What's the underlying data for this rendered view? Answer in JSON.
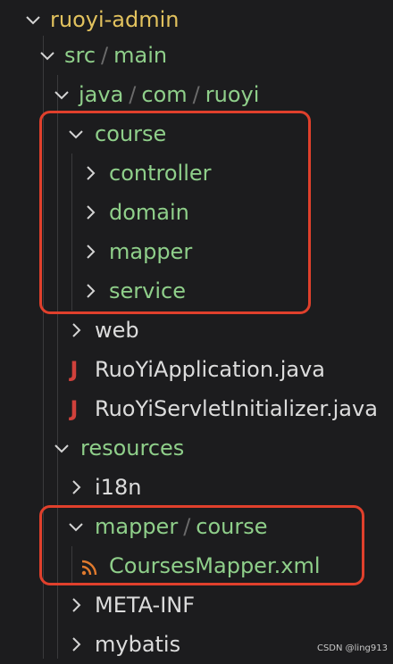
{
  "tree": {
    "root": "ruoyi-admin",
    "src": [
      "src",
      "main"
    ],
    "java": [
      "java",
      "com",
      "ruoyi"
    ],
    "course": "course",
    "course_children": [
      "controller",
      "domain",
      "mapper",
      "service"
    ],
    "web": "web",
    "files": [
      "RuoYiApplication.java",
      "RuoYiServletInitializer.java"
    ],
    "resources": "resources",
    "i18n": "i18n",
    "mapper_course": [
      "mapper",
      "course"
    ],
    "xml_file": "CoursesMapper.xml",
    "meta": "META-INF",
    "mybatis": "mybatis"
  },
  "icons": {
    "chevron_down": "chevron-down-icon",
    "chevron_right": "chevron-right-icon",
    "java_file": "java-file-icon",
    "xml_file": "rss-xml-icon"
  },
  "colors": {
    "folder_text": "#8fcf8a",
    "root_text": "#e2c25e",
    "file_text": "#dcdcdc",
    "highlight_border": "#e0402c",
    "java_icon": "#d0413b"
  },
  "watermark": "CSDN @ling913"
}
